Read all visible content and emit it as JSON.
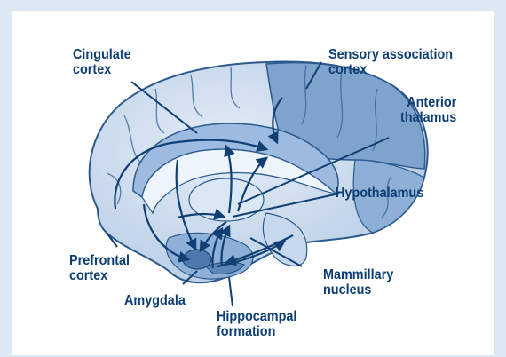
{
  "labels": {
    "cingulate_cortex": "Cingulate\ncortex",
    "sensory_association_cortex": "Sensory association\ncortex",
    "anterior_thalamus": "Anterior\nthalamus",
    "hypothalamus": "Hypothalamus",
    "prefrontal_cortex": "Prefrontal\ncortex",
    "mammillary_nucleus": "Mammillary\nnucleus",
    "amygdala": "Amygdala",
    "hippocampal_formation": "Hippocampal\nformation"
  },
  "colors": {
    "background": "#dce8f2",
    "panel": "#ffffff",
    "label_text": "#0d3e73",
    "brain_light": "#c5d6ea",
    "brain_mid": "#8daed4",
    "brain_dark": "#5f86b8",
    "arrow": "#0f3f73"
  }
}
